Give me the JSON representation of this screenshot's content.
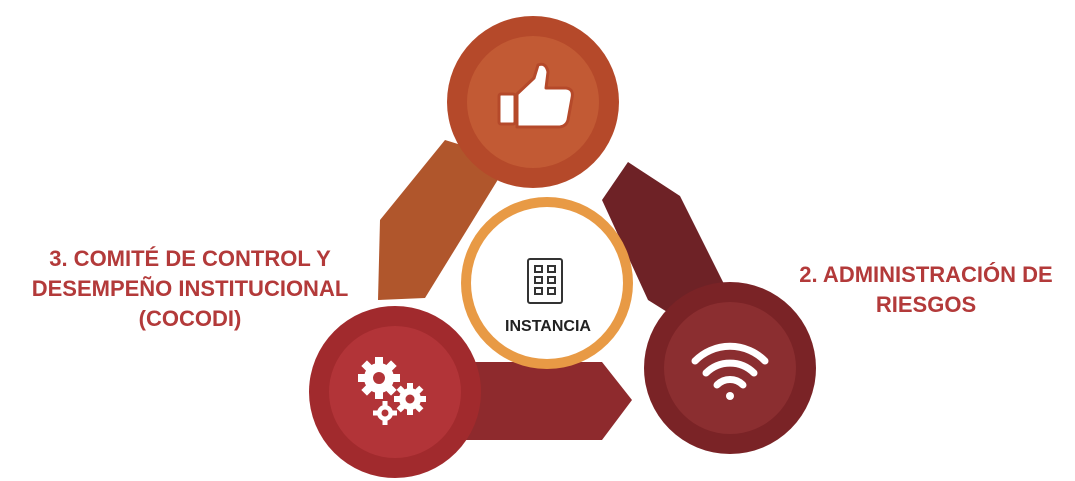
{
  "center": {
    "label": "INSTANCIA",
    "icon": "building-icon"
  },
  "labels": {
    "left": [
      "3. COMITÉ DE CONTROL Y",
      "DESEMPEÑO INSTITUCIONAL",
      "(COCODI)"
    ],
    "right": [
      "2. ADMINISTRACIÓN DE",
      "RIESGOS"
    ]
  },
  "nodes": [
    {
      "id": "top",
      "icon": "thumbs-up-icon",
      "color": "#b5492a",
      "inner_color": "#c25a34"
    },
    {
      "id": "right",
      "icon": "wifi-icon",
      "color": "#7a2326",
      "inner_color": "#8b2e30"
    },
    {
      "id": "left",
      "icon": "gears-icon",
      "color": "#a12a2d",
      "inner_color": "#b23438"
    }
  ],
  "colors": {
    "label_text": "#b33a3a",
    "center_ring": "#e89a45",
    "arrow_top": "#b0562c",
    "arrow_right": "#6e2226",
    "arrow_bottom": "#8e2a2d"
  }
}
